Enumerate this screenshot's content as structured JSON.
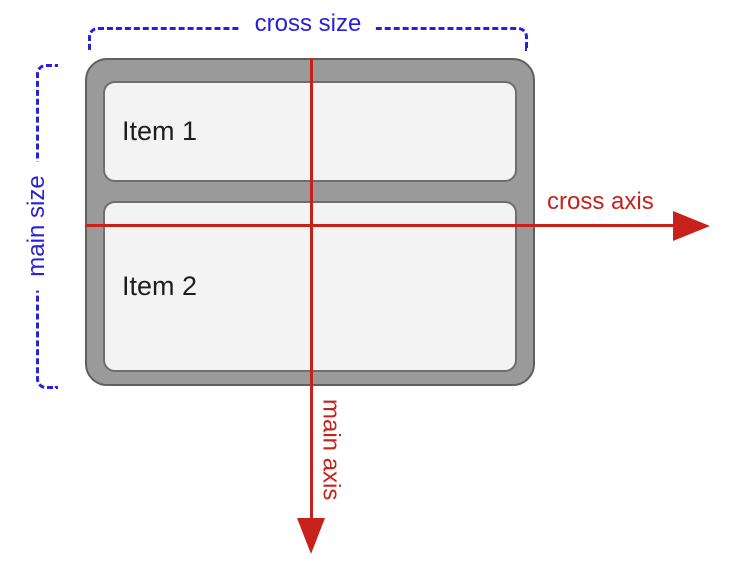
{
  "diagram": {
    "container": {
      "items": [
        {
          "label": "Item 1"
        },
        {
          "label": "Item 2"
        }
      ]
    },
    "labels": {
      "cross_size": "cross size",
      "main_size": "main size",
      "cross_axis": "cross axis",
      "main_axis": "main axis"
    },
    "colors": {
      "axis_red": "#c6211a",
      "measure_blue": "#2a20d9",
      "container_fill": "#9a9a9a",
      "container_border": "#5f5f5f",
      "item_fill": "#f2f3f2",
      "item_border": "#6e6e6e",
      "item_text": "#1e1e1e"
    }
  }
}
